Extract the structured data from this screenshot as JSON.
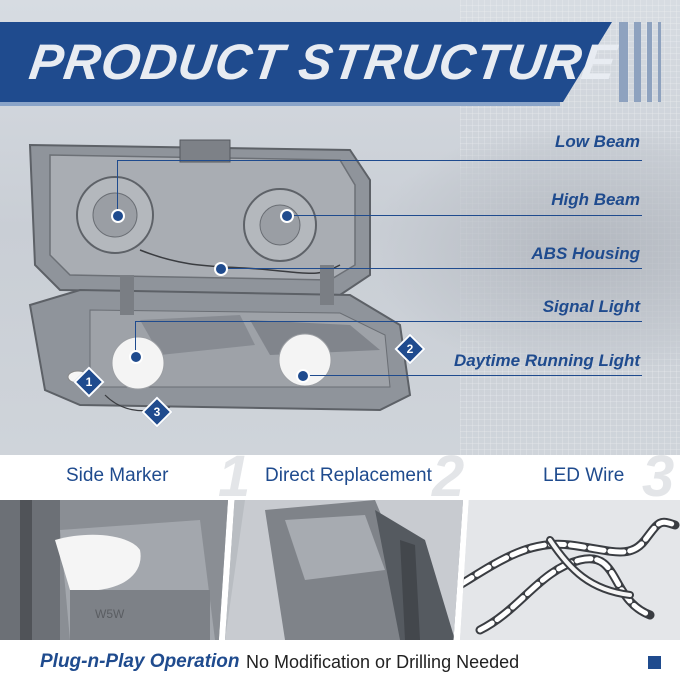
{
  "title": "PRODUCT STRUCTURE",
  "callouts": [
    {
      "label": "Low Beam"
    },
    {
      "label": "High Beam"
    },
    {
      "label": "ABS Housing"
    },
    {
      "label": "Signal Light"
    },
    {
      "label": "Daytime Running Light"
    }
  ],
  "badges": [
    "1",
    "2",
    "3"
  ],
  "features": [
    {
      "label": "Side Marker",
      "number": "1"
    },
    {
      "label": "Direct Replacement",
      "number": "2"
    },
    {
      "label": "LED Wire",
      "number": "3"
    }
  ],
  "bulb_label": "W5W",
  "footer": {
    "main": "Plug-n-Play Operation",
    "sub": "No Modification or Drilling Needed"
  },
  "colors": {
    "brand_blue": "#1f4b8e",
    "housing_silver": "#8f949b",
    "background_gray": "#cfd4da"
  }
}
